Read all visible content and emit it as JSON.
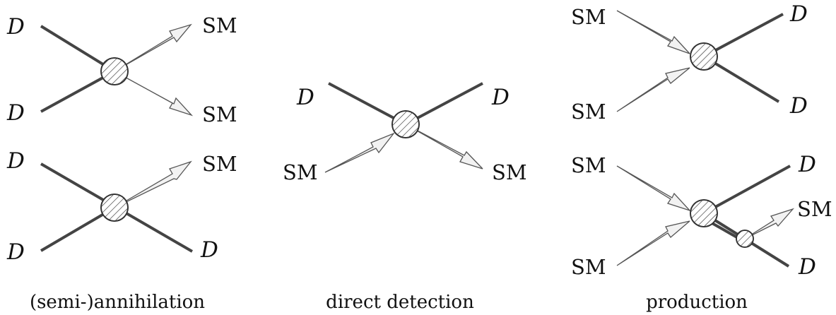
{
  "labels": {
    "dark": "D",
    "sm": "SM"
  },
  "captions": {
    "annihilation": "(semi-)annihilation",
    "detection": "direct detection",
    "production": "production"
  }
}
